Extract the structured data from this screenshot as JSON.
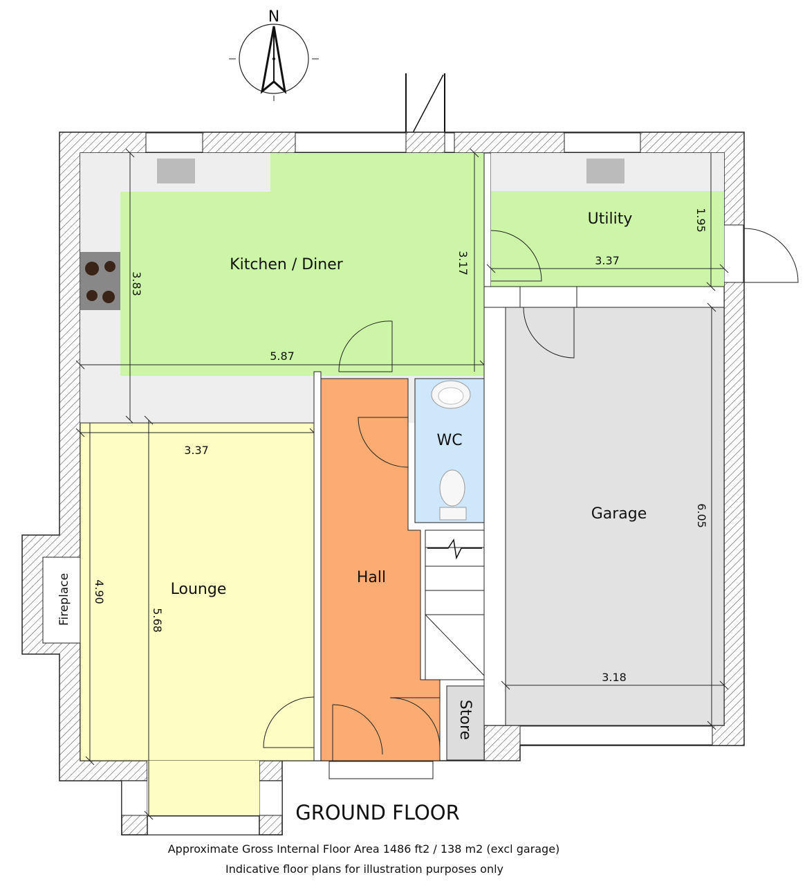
{
  "floor_title": "GROUND FLOOR",
  "footer": {
    "area": "Approximate Gross Internal Floor Area 1486 ft2 / 138 m2  (excl garage)",
    "disclaimer": "Indicative floor plans for illustration purposes only"
  },
  "compass": {
    "north": "N"
  },
  "colors": {
    "kitchen": "#ccf5a8",
    "utility": "#ccf5a8",
    "lounge": "#fdfdc4",
    "hall": "#fcac72",
    "wc": "#cfe7fb",
    "garage": "#e2e2e2",
    "store": "#dddddd",
    "counter": "#eeeeee"
  },
  "rooms": {
    "kitchen": {
      "label": "Kitchen / Diner",
      "width": "5.87",
      "depth": "3.83",
      "depth2": "3.17"
    },
    "utility": {
      "label": "Utility",
      "width": "3.37",
      "depth": "1.95"
    },
    "lounge": {
      "label": "Lounge",
      "width": "3.37",
      "depth": "4.90",
      "depth2": "5.68"
    },
    "hall": {
      "label": "Hall"
    },
    "wc": {
      "label": "WC"
    },
    "garage": {
      "label": "Garage",
      "width": "3.18",
      "depth": "6.05"
    },
    "store": {
      "label": "Store"
    },
    "fireplace": {
      "label": "Fireplace"
    }
  }
}
